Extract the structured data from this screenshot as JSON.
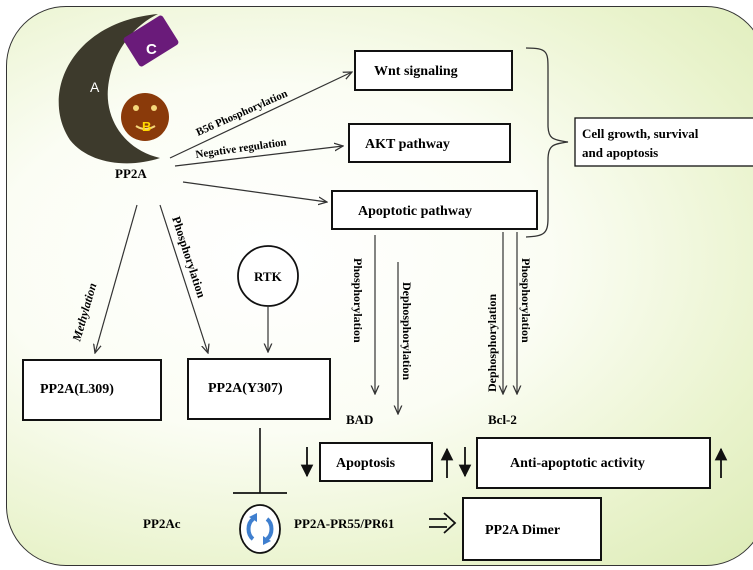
{
  "pp2a_complex": {
    "subunit_a": "A",
    "subunit_b": "B",
    "subunit_c": "C",
    "label": "PP2A"
  },
  "boxes": {
    "wnt": "Wnt signaling",
    "akt": "AKT pathway",
    "apoptotic": "Apoptotic pathway",
    "outcome_line1": "Cell growth, survival",
    "outcome_line2": "and apoptosis",
    "l309": "PP2A(L309)",
    "y307": "PP2A(Y307)",
    "apoptosis": "Apoptosis",
    "anti_apoptotic": "Anti-apoptotic activity",
    "dimer": "PP2A Dimer"
  },
  "edge_labels": {
    "b56": "B56 Phosphorylation",
    "negative": "Negative regulation",
    "methylation": "Methylation",
    "phosphorylation_left": "Phosphorylation",
    "bad_phos": "Phosphorylation",
    "bad_dephos": "Dephosphorylation",
    "bcl2_dephos": "Dephosphorylation",
    "bcl2_phos": "Phosphorylation"
  },
  "nodes": {
    "rtk": "RTK",
    "bad": "BAD",
    "bcl2": "Bcl-2",
    "pp2ac": "PP2Ac",
    "pr55": "PP2A-PR55/PR61"
  },
  "colors": {
    "subunit_a": "#3d3a2c",
    "subunit_b": "#8a3a0a",
    "subunit_c": "#6a1b7a",
    "b_text": "#ffd800",
    "cycle_icon": "#3f7fcf"
  }
}
